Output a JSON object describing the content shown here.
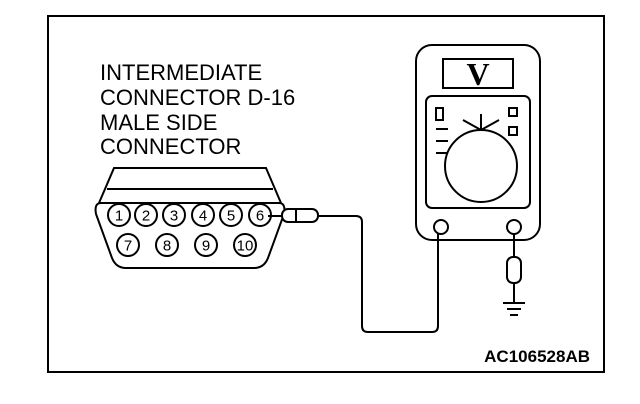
{
  "figure": {
    "connector_label": {
      "line1": "INTERMEDIATE",
      "line2": "CONNECTOR D-16",
      "line3": "MALE SIDE",
      "line4": "CONNECTOR"
    },
    "connector_pins": {
      "top_row": [
        "1",
        "2",
        "3",
        "4",
        "5",
        "6"
      ],
      "bottom_row": [
        "7",
        "8",
        "9",
        "10"
      ]
    },
    "meter": {
      "display_symbol": "V"
    },
    "figure_code": "AC106528AB"
  }
}
